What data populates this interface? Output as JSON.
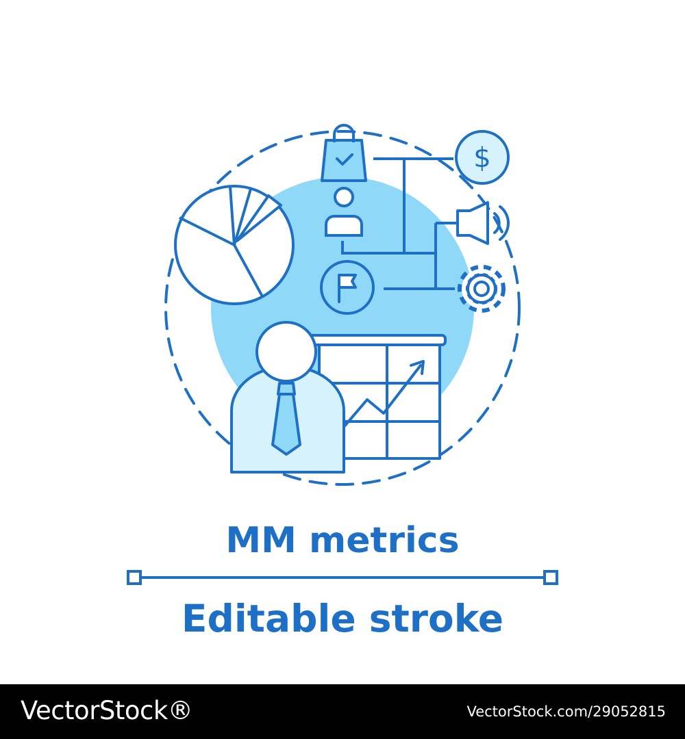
{
  "title": "MM metrics",
  "subtitle": "Editable stroke",
  "footer": {
    "logo": "VectorStock®",
    "url": "VectorStock.com/29052815"
  },
  "colors": {
    "stroke": "#1e6fc6",
    "fill_light": "#8fd8f8",
    "fill_pale": "#d6f3fd",
    "background": "#ffffff",
    "footer_bg": "#000000"
  },
  "icons": [
    "pie-chart-icon",
    "shopping-bag-icon",
    "user-icon",
    "dollar-coin-icon",
    "speaker-icon",
    "flag-icon",
    "gear-icon",
    "businessman-icon",
    "growth-chart-board-icon"
  ]
}
